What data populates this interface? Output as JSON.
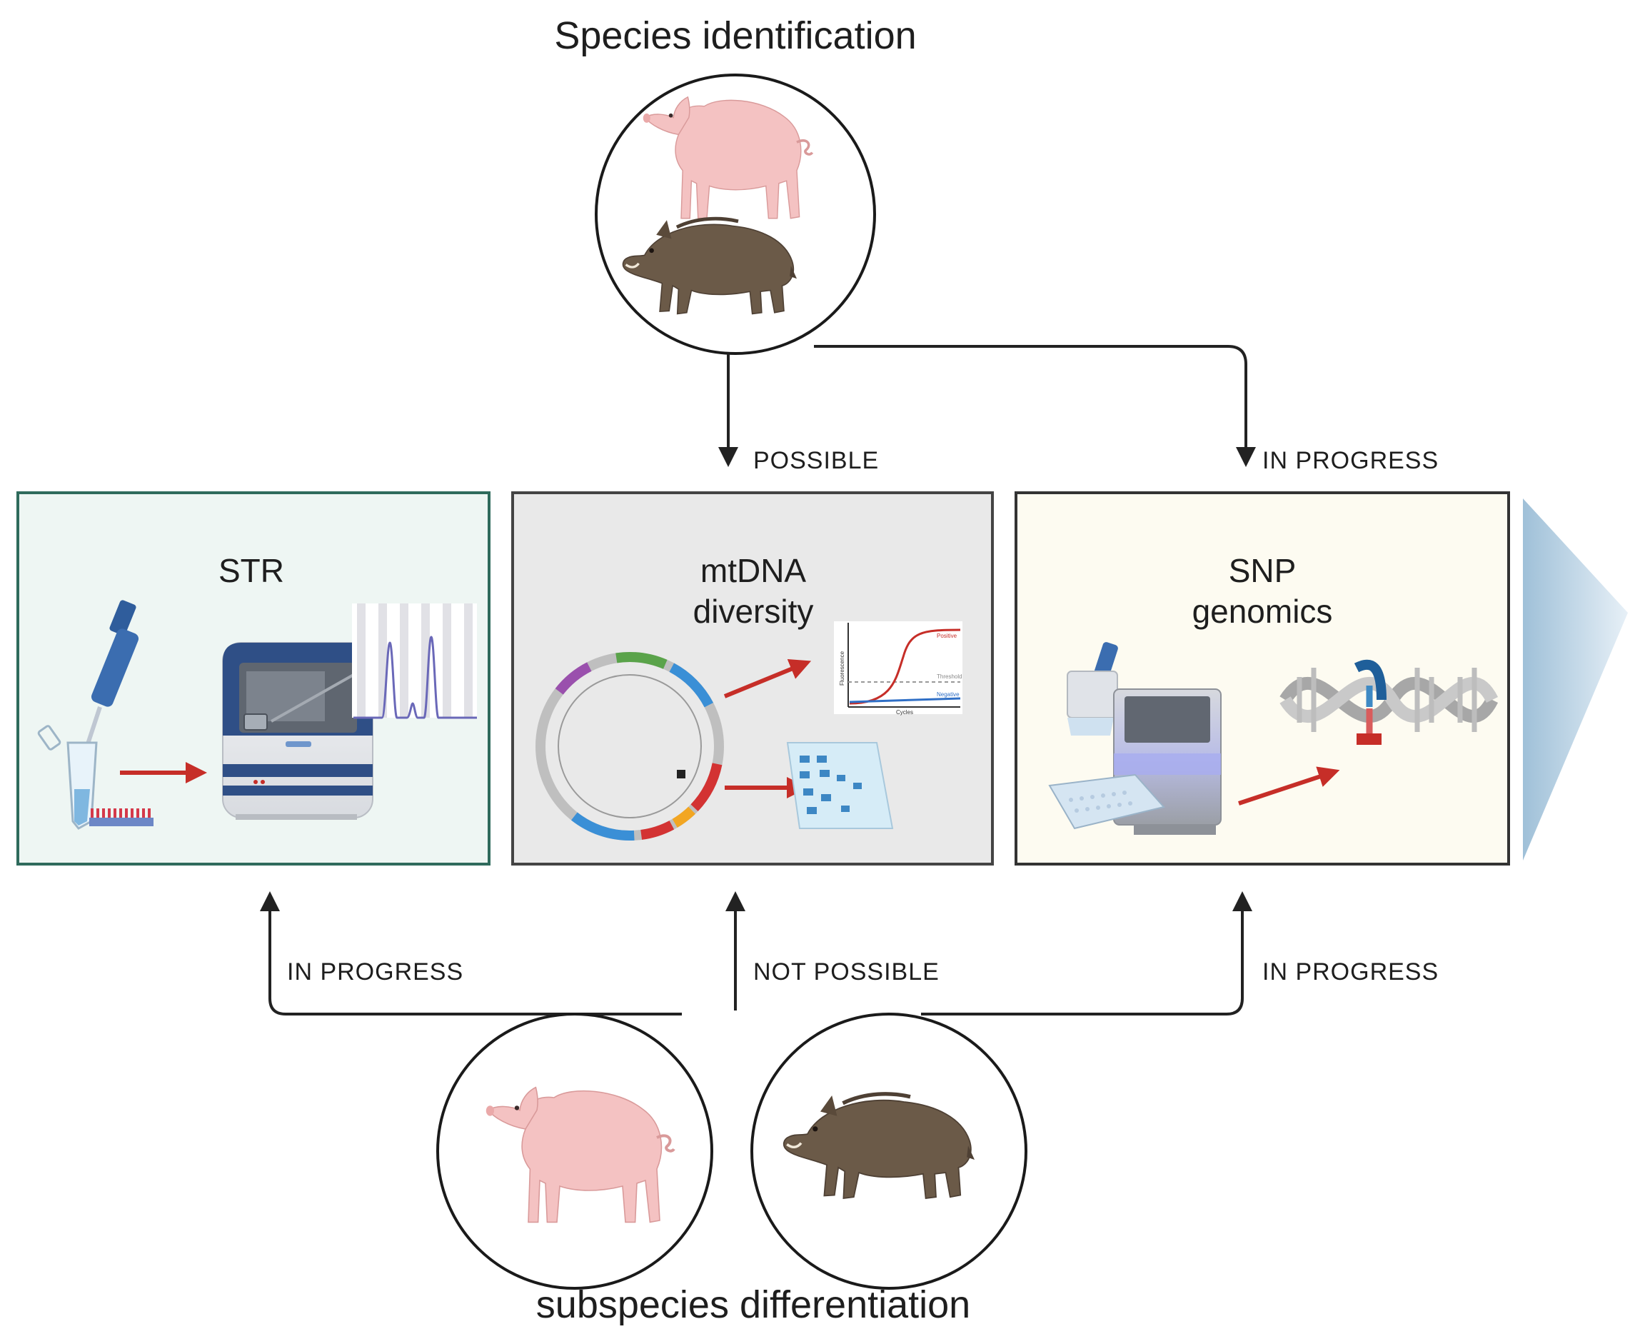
{
  "headings": {
    "top": "Species identification",
    "bottom": "subspecies differentiation"
  },
  "panels": [
    {
      "title_line1": "STR",
      "title_line2": ""
    },
    {
      "title_line1": "mtDNA",
      "title_line2": "diversity"
    },
    {
      "title_line1": "SNP",
      "title_line2": "genomics"
    }
  ],
  "statuses": {
    "species_mtdna": "POSSIBLE",
    "species_snp": "IN PROGRESS",
    "subspecies_str": "IN PROGRESS",
    "subspecies_mtdna": "NOT POSSIBLE",
    "subspecies_snp": "IN PROGRESS"
  },
  "qpcr_labels": {
    "positive": "Positive",
    "threshold": "Threshold",
    "negative": "Negative",
    "y_axis": "Fluorescence",
    "x_axis": "Cycles"
  },
  "colors": {
    "str_panel_bg": "#eef6f3",
    "str_panel_border": "#2f6b5c",
    "mtdna_panel_bg": "#e9e9e9",
    "mtdna_panel_border": "#444444",
    "snp_panel_bg": "#fdfbf1",
    "snp_panel_border": "#333333",
    "arrow_red": "#c62e28",
    "connector": "#222222",
    "direction_chevron": "#a9c7dc",
    "pig": "#f4c2c2",
    "boar": "#6b5a48"
  },
  "icons": [
    "domestic-pig-icon",
    "wild-boar-icon",
    "pipette-icon",
    "tube-icon",
    "sequencer-icon",
    "electropherogram-icon",
    "mtdna-circle-icon",
    "qpcr-curve-icon",
    "gel-icon",
    "microarray-icon",
    "dna-helix-icon",
    "direction-chevron-icon"
  ]
}
